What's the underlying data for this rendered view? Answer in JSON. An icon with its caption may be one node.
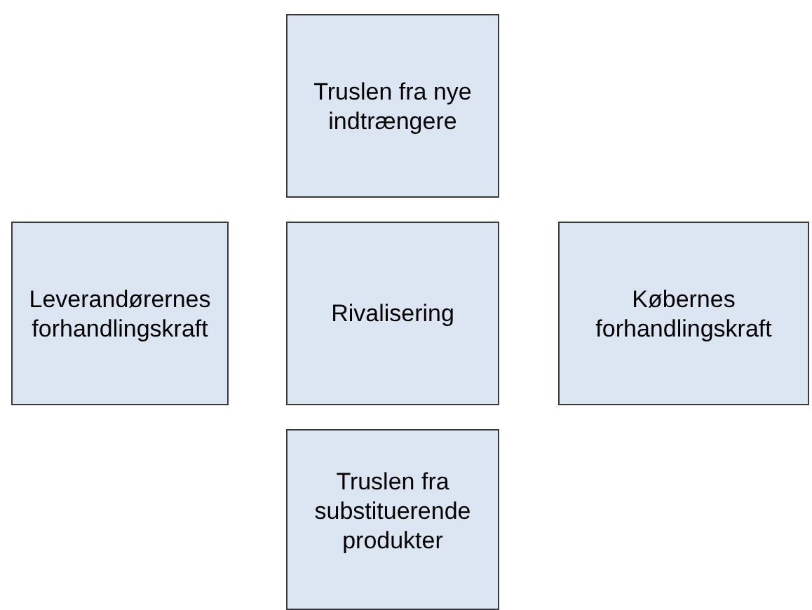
{
  "diagram": {
    "nodes": [
      {
        "text": [
          "Truslen fra nye indtrængere"
        ]
      },
      {
        "text": [
          "Leverandørernes forhandlingskraft"
        ]
      },
      {
        "text": [
          "Rivalisering"
        ]
      },
      {
        "text": [
          "Købernes forhandlingskraft"
        ]
      },
      {
        "text": [
          "Truslen fra substituerende produkter"
        ]
      }
    ]
  }
}
